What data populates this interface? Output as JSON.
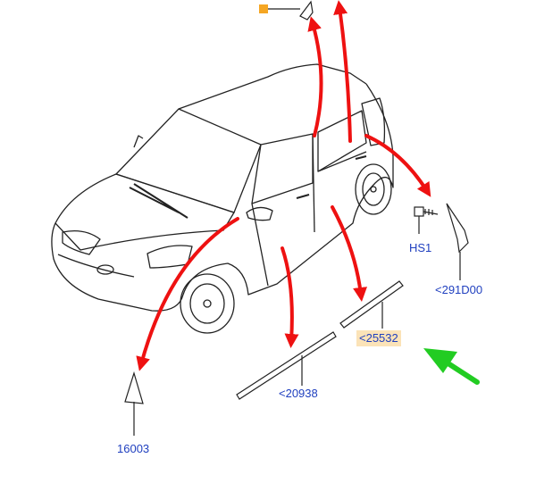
{
  "parts": [
    {
      "id": "16003",
      "label": "16003"
    },
    {
      "id": "20938",
      "label": "<20938"
    },
    {
      "id": "25532",
      "label": "<25532",
      "highlighted": true
    },
    {
      "id": "291D00",
      "label": "<291D00"
    },
    {
      "id": "HS1",
      "label": "HS1"
    }
  ],
  "colors": {
    "link_text": "#1f3fbf",
    "highlight_bg": "#fbe3b8",
    "callout_arrow": "#ee1111",
    "pointer_arrow": "#22cc22",
    "top_marker": "#f5a623",
    "line_art": "#222222"
  }
}
